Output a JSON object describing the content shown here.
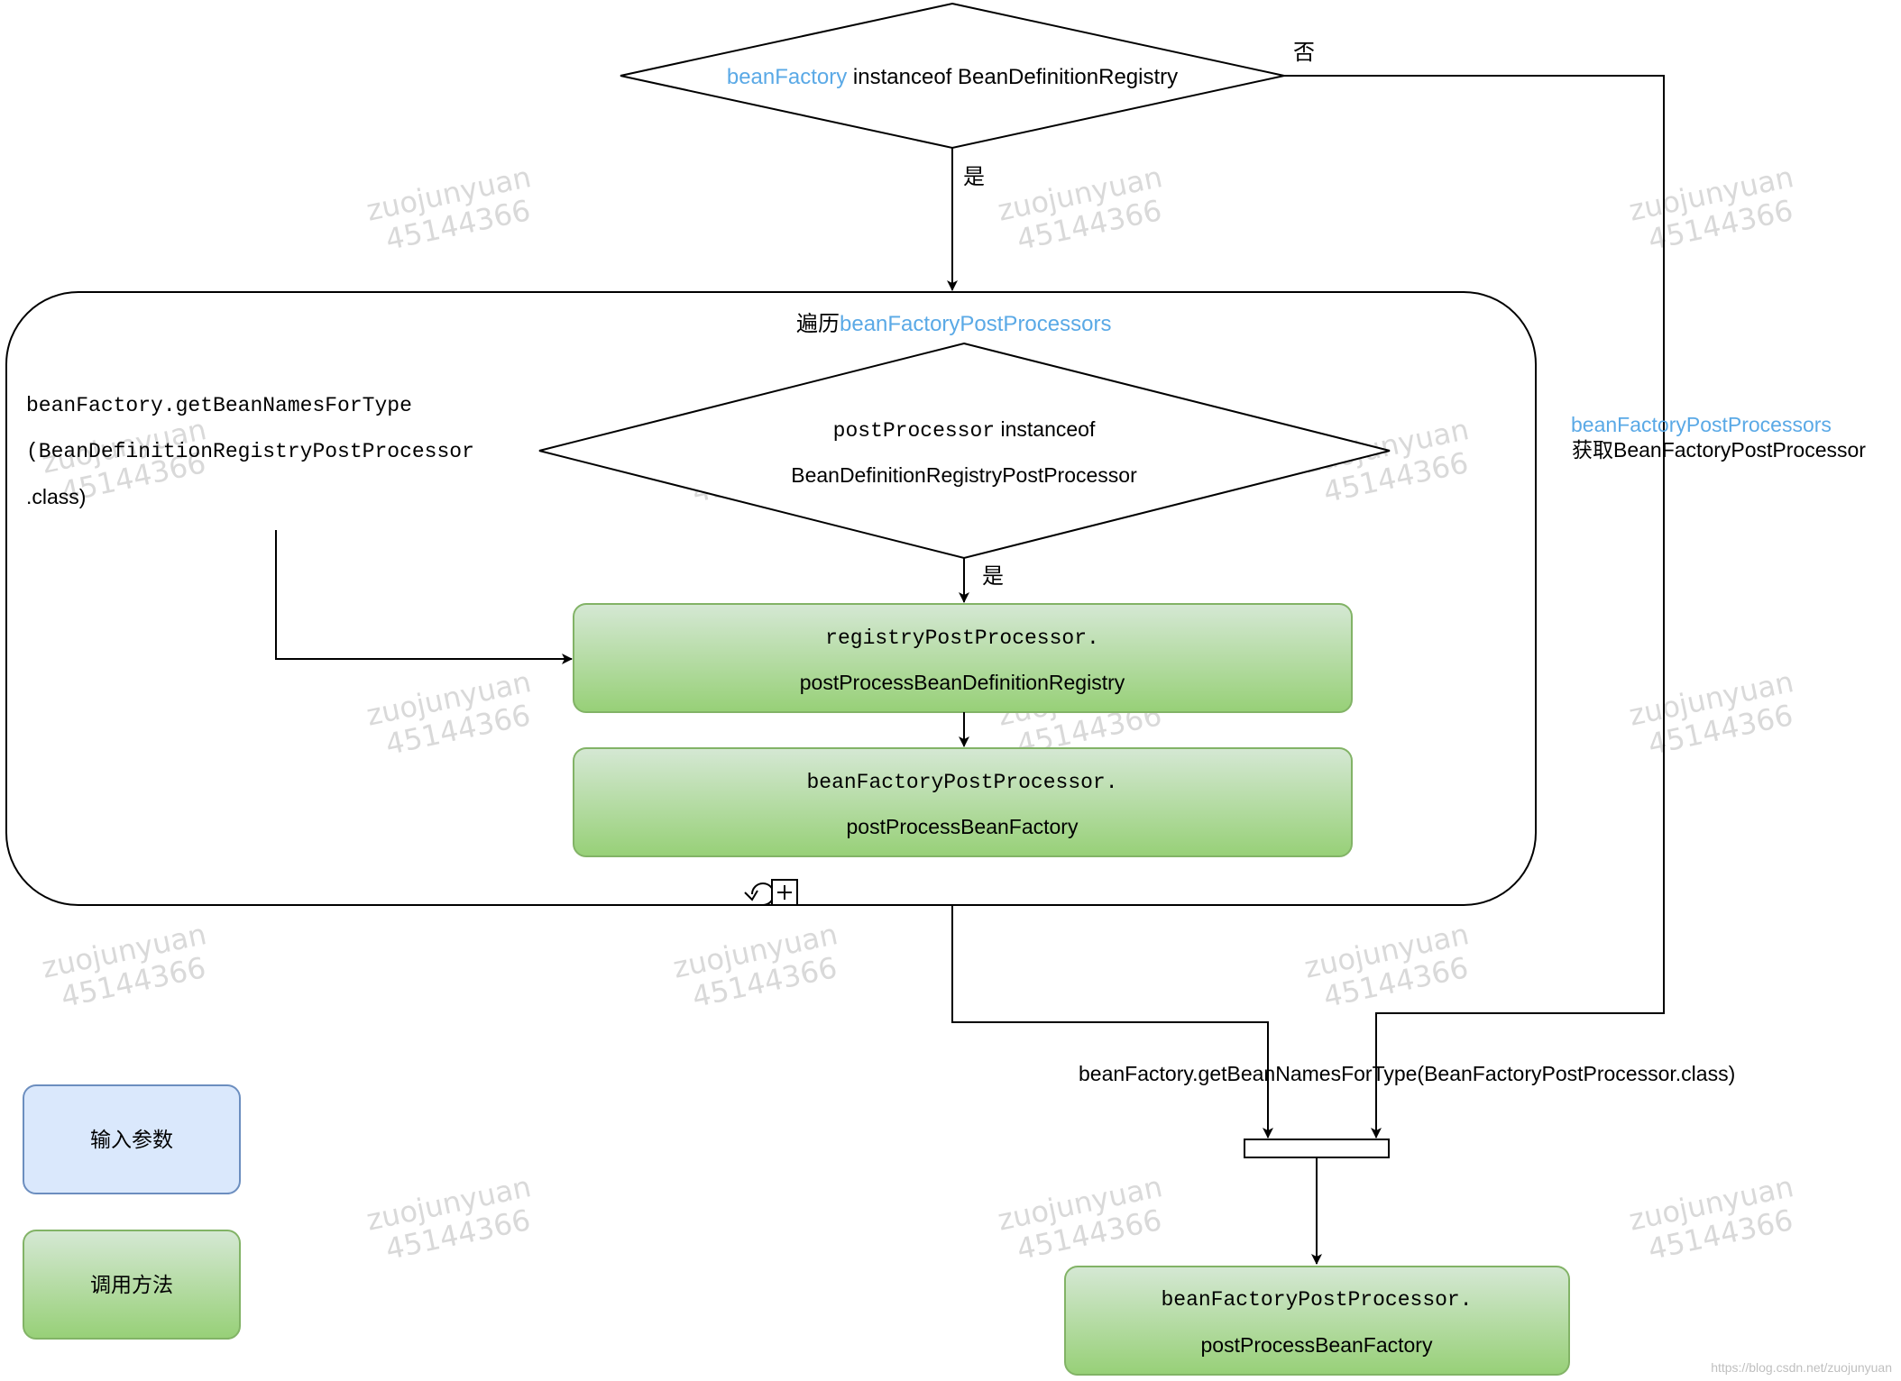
{
  "decision_top": {
    "highlight": "beanFactory",
    "rest": " instanceof BeanDefinitionRegistry"
  },
  "edge_yes_top": "是",
  "edge_no_top": "否",
  "loop": {
    "prefix": "遍历",
    "highlight": "beanFactoryPostProcessors"
  },
  "input_text": {
    "line1": "beanFactory.getBeanNamesForType",
    "line2": "(BeanDefinitionRegistryPostProcessor",
    "line3": ".class)"
  },
  "decision_inner": {
    "line1_code": "postProcessor",
    "line1_rest": " instanceof",
    "line2": "BeanDefinitionRegistryPostProcessor"
  },
  "edge_yes_inner": "是",
  "method1": {
    "line1": "registryPostProcessor.",
    "line2": "postProcessBeanDefinitionRegistry"
  },
  "method2": {
    "line1": "beanFactoryPostProcessor.",
    "line2": "postProcessBeanFactory"
  },
  "method3": {
    "line1": "beanFactoryPostProcessor.",
    "line2": "postProcessBeanFactory"
  },
  "right_note": {
    "line1": "beanFactoryPostProcessors",
    "line2": "获取BeanFactoryPostProcessor"
  },
  "merge_label": "beanFactory.getBeanNamesForType(BeanFactoryPostProcessor.class)",
  "legend": {
    "input_label": "输入参数",
    "method_label": "调用方法"
  },
  "watermark": {
    "line1": "zuojunyuan",
    "line2": "45144366"
  },
  "footer_url": "https://blog.csdn.net/zuojunyuan",
  "colors": {
    "highlight": "#5aa9e6",
    "green_top": "#d5e8d4",
    "green_bottom": "#97d077",
    "green_stroke": "#82b366",
    "blue_fill": "#dae8fc",
    "blue_stroke": "#6c8ebf"
  }
}
